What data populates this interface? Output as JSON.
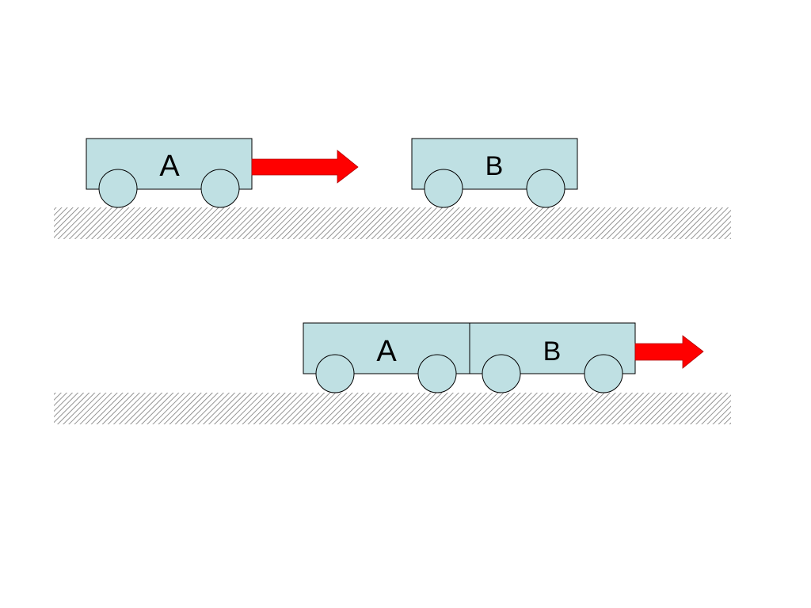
{
  "colors": {
    "cart_fill": "#bfe0e3",
    "wheel_fill": "#bfe0e3",
    "outline": "#000000",
    "arrow": "#ff0000",
    "ground_hatch": "#7a7a7a"
  },
  "scene_before": {
    "cart_a": {
      "label": "A"
    },
    "cart_b": {
      "label": "B"
    },
    "arrow_icon": "right-arrow-icon"
  },
  "scene_after": {
    "cart_a": {
      "label": "A"
    },
    "cart_b": {
      "label": "B"
    },
    "arrow_icon": "right-arrow-icon"
  }
}
